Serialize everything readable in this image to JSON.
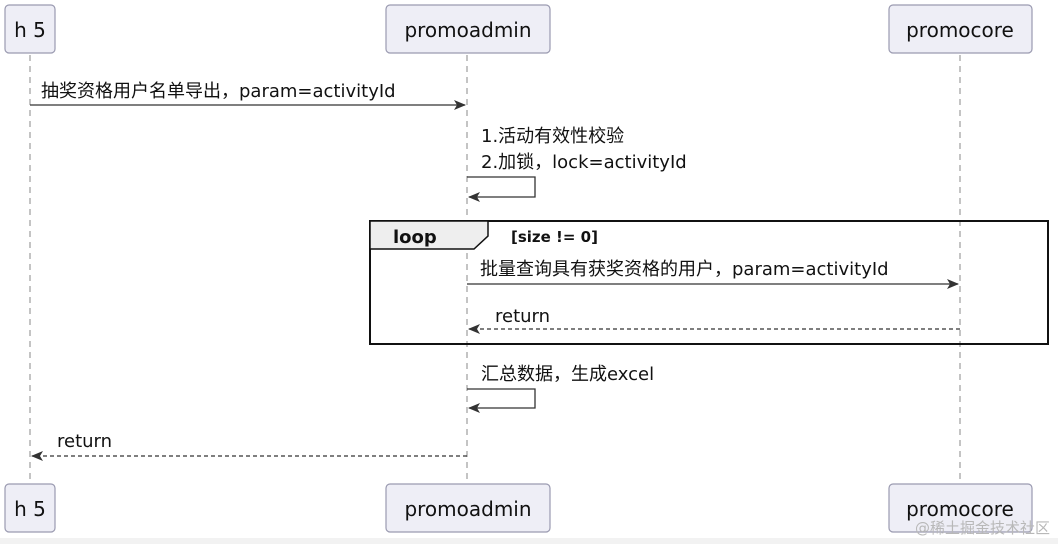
{
  "participants": [
    {
      "id": "h5",
      "label": "h 5"
    },
    {
      "id": "promoadmin",
      "label": "promoadmin"
    },
    {
      "id": "promocore",
      "label": "promocore"
    }
  ],
  "messages": {
    "m1": "抽奖资格用户名单导出，param=activityId",
    "m2_line1": "1.活动有效性校验",
    "m2_line2": "2.加锁，lock=activityId",
    "m3": "批量查询具有获奖资格的用户，param=activityId",
    "m4": "return",
    "m5": "汇总数据，生成excel",
    "m6": "return"
  },
  "loop": {
    "label": "loop",
    "condition": "[size != 0]"
  },
  "watermark": "@稀土掘金技术社区"
}
